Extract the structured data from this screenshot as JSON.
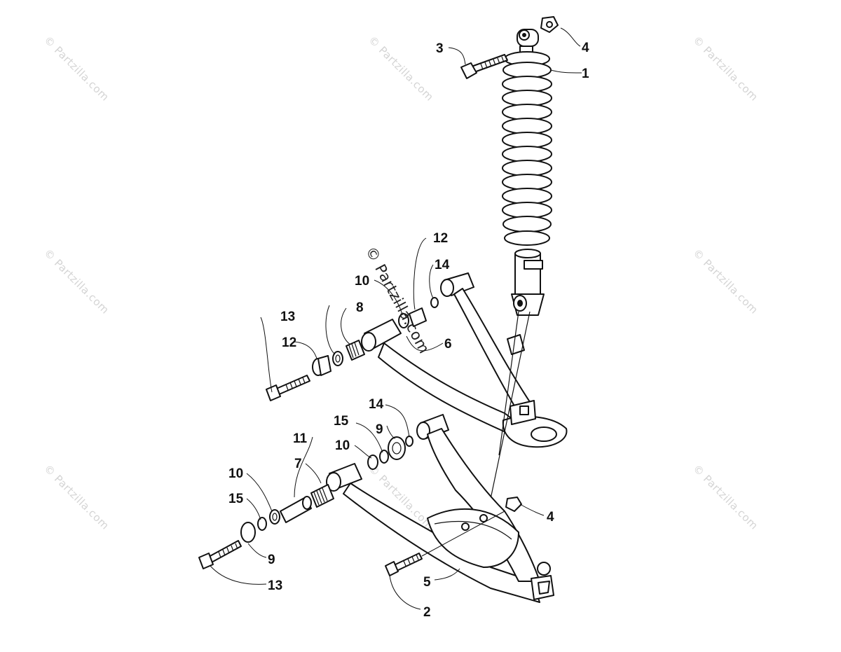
{
  "watermarks": {
    "text": "© Partzilla.com",
    "center_text": "© Partzilla.com"
  },
  "callouts": [
    {
      "id": "c1",
      "label": "1"
    },
    {
      "id": "c2",
      "label": "2"
    },
    {
      "id": "c3",
      "label": "3"
    },
    {
      "id": "c4a",
      "label": "4"
    },
    {
      "id": "c4b",
      "label": "4"
    },
    {
      "id": "c5",
      "label": "5"
    },
    {
      "id": "c6",
      "label": "6"
    },
    {
      "id": "c7",
      "label": "7"
    },
    {
      "id": "c8",
      "label": "8"
    },
    {
      "id": "c9a",
      "label": "9"
    },
    {
      "id": "c9b",
      "label": "9"
    },
    {
      "id": "c10a",
      "label": "10"
    },
    {
      "id": "c10b",
      "label": "10"
    },
    {
      "id": "c10c",
      "label": "10"
    },
    {
      "id": "c11",
      "label": "11"
    },
    {
      "id": "c12a",
      "label": "12"
    },
    {
      "id": "c12b",
      "label": "12"
    },
    {
      "id": "c13a",
      "label": "13"
    },
    {
      "id": "c13b",
      "label": "13"
    },
    {
      "id": "c14a",
      "label": "14"
    },
    {
      "id": "c14b",
      "label": "14"
    },
    {
      "id": "c15a",
      "label": "15"
    },
    {
      "id": "c15b",
      "label": "15"
    }
  ]
}
